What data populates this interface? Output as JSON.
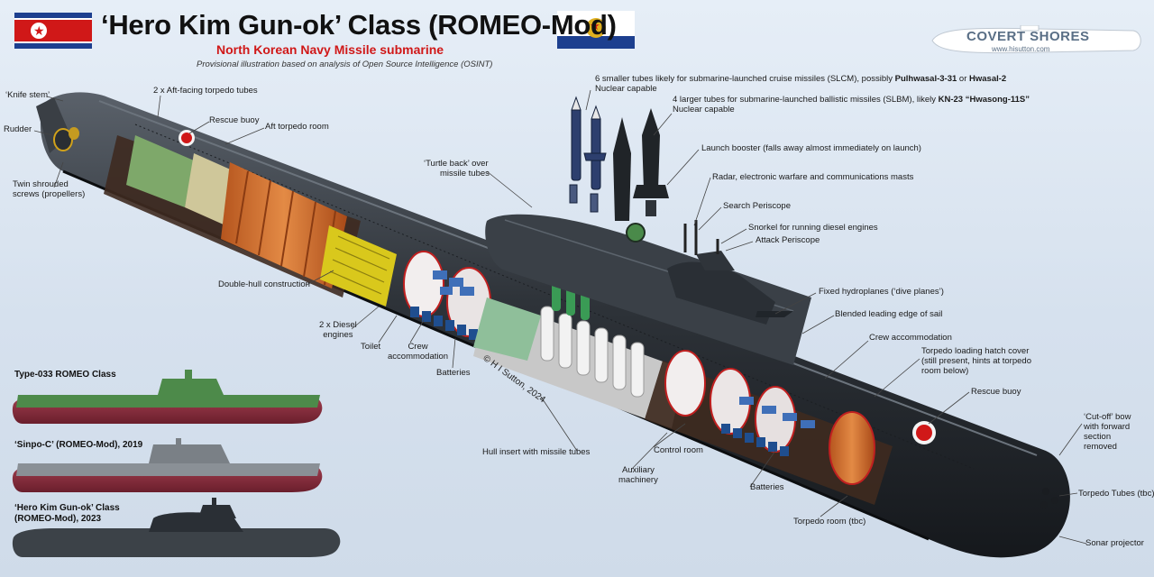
{
  "header": {
    "title": "‘Hero Kim Gun-ok’ Class (ROMEO-Mod)",
    "subtitle": "North Korean Navy Missile submarine",
    "note": "Provisional illustration based on analysis of Open Source Intelligence (OSINT)"
  },
  "brand": {
    "name": "COVERT SHORES",
    "url": "www.hisutton.com"
  },
  "copyright": "© H I Sutton, 2024",
  "labels": {
    "knife_stem": "‘Knife stem’",
    "rudder": "Rudder",
    "screws_l1": "Twin shrouded",
    "screws_l2": "screws (propellers)",
    "aft_tubes": "2 x Aft-facing torpedo tubes",
    "rescue_buoy_aft": "Rescue buoy",
    "aft_torpedo_room": "Aft torpedo room",
    "turtle_l1": "‘Turtle back’ over",
    "turtle_l2": "missile tubes",
    "slcm_pre": "6 smaller tubes likely for submarine-launched cruise missiles (SLCM), possibly ",
    "slcm_b1": "Pulhwasal-3-31",
    "slcm_mid": " or ",
    "slcm_b2": "Hwasal-2",
    "slcm_l2": "Nuclear capable",
    "slbm_pre": "4 larger tubes for submarine-launched ballistic missiles (SLBM), likely ",
    "slbm_b": "KN-23 “Hwasong-11S”",
    "slbm_l2": "Nuclear capable",
    "booster": "Launch booster (falls away almost immediately on launch)",
    "masts": "Radar, electronic warfare and communications masts",
    "search_periscope": "Search Periscope",
    "snorkel": "Snorkel for running diesel engines",
    "attack_periscope": "Attack Periscope",
    "double_hull": "Double-hull construction",
    "diesels_l1": "2 x Diesel",
    "diesels_l2": "engines",
    "toilet": "Toilet",
    "crew_aft_l1": "Crew",
    "crew_aft_l2": "accommodation",
    "batteries_aft": "Batteries",
    "fixed_hydroplanes": "Fixed hydroplanes (‘dive planes’)",
    "blended": "Blended leading edge of sail",
    "crew_fwd": "Crew accommodation",
    "hatch_l1": "Torpedo loading hatch cover",
    "hatch_l2": "(still present, hints at torpedo",
    "hatch_l3": "room below)",
    "rescue_buoy_fwd": "Rescue buoy",
    "cutoff_l1": "‘Cut-off’ bow",
    "cutoff_l2": "with forward",
    "cutoff_l3": "section",
    "cutoff_l4": "removed",
    "hull_insert": "Hull insert with missile tubes",
    "control_room": "Control room",
    "aux_l1": "Auxiliary",
    "aux_l2": "machinery",
    "batteries_fwd": "Batteries",
    "torpedo_room": "Torpedo room (tbc)",
    "torpedo_tubes": "Torpedo Tubes (tbc)",
    "sonar": "Sonar projector"
  },
  "comparison": [
    {
      "caption_l1": "Type-033 ROMEO Class",
      "caption_l2": ""
    },
    {
      "caption_l1": "‘Sinpo-C’ (ROMEO-Mod), 2019",
      "caption_l2": ""
    },
    {
      "caption_l1": "‘Hero Kim Gun-ok’ Class",
      "caption_l2": "(ROMEO-Mod), 2023"
    }
  ],
  "colors": {
    "hull": "#2b3036",
    "hull_light": "#4b525a",
    "red_hull": "#8b2a3a",
    "romeo_green": "#4d8a4a",
    "accent_red": "#d01818",
    "flag_blue": "#1d3f8f"
  }
}
